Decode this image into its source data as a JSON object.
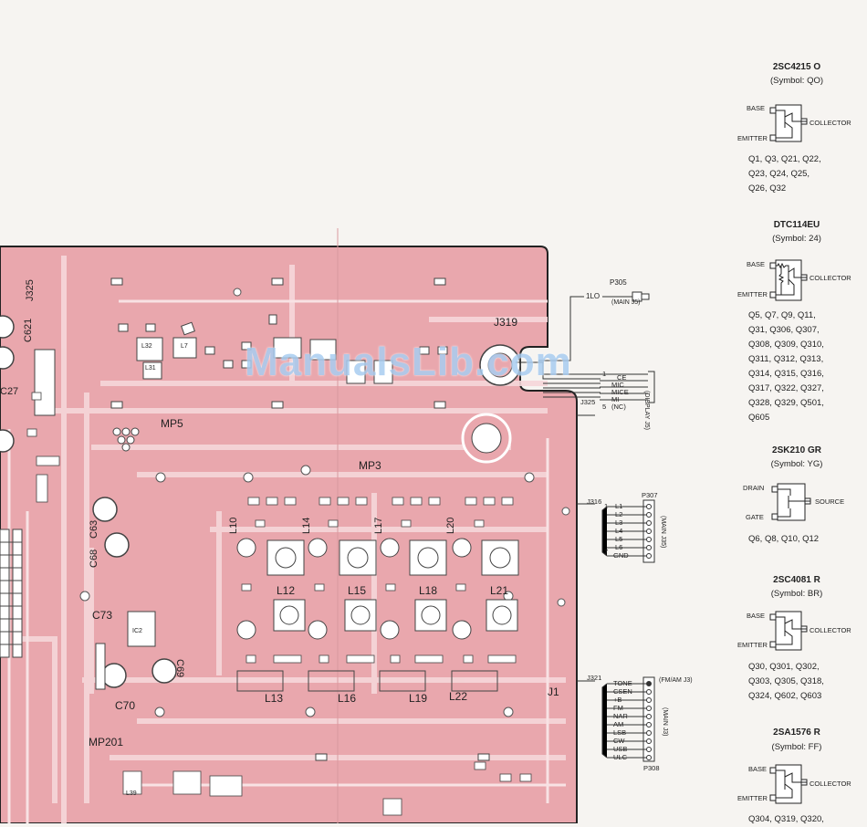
{
  "watermark": "ManualsLib.com",
  "board": {
    "labels": {
      "j319": "J319",
      "mp5": "MP5",
      "mp3": "MP3",
      "mp201": "MP201",
      "j325": "J325",
      "c621": "C621",
      "c73": "C73",
      "c70": "C70",
      "c69": "C69",
      "c68": "C68",
      "c63": "C63",
      "j1": "J1",
      "c27": "C27",
      "l10": "L10",
      "l14": "L14",
      "l17": "L17",
      "l20": "L20",
      "l12": "L12",
      "l15": "L15",
      "l18": "L18",
      "l21": "L21",
      "l13": "L13",
      "l16": "L16",
      "l19": "L19",
      "l22": "L22",
      "l39": "L39",
      "ic2": "IC2",
      "l32": "L32",
      "l31": "L31",
      "l7": "L7"
    }
  },
  "connectors": {
    "p305": {
      "name": "P305",
      "wire": "1LO",
      "dest": "(MAIN J5)"
    },
    "j325": {
      "name": "J325",
      "pins": [
        "CE",
        "MIC",
        "MICE",
        "MI",
        "(NC)"
      ],
      "dest": "(DISPLAY J5)",
      "first": "1",
      "last": "5"
    },
    "p307": {
      "name": "P307",
      "jack": "J316",
      "pins": [
        "L1",
        "L2",
        "L3",
        "L4",
        "L5",
        "L6",
        "GND"
      ],
      "dest": "(MAIN J35)",
      "first": "1",
      "last": "7"
    },
    "p308": {
      "name": "P308",
      "jack": "J321",
      "pins": [
        "TONE",
        "CSEN",
        "+B",
        "FM",
        "NAR",
        "AM",
        "LSB",
        "CW",
        "USB",
        "ULC"
      ],
      "dest_top": "(FM/AM J3)",
      "dest": "(MAIN J3)"
    }
  },
  "parts": [
    {
      "title": "2SC4215 O",
      "symbol": "(Symbol: QO)",
      "pins": {
        "base": "BASE",
        "emitter": "EMITTER",
        "collector": "COLLECTOR"
      },
      "refs": [
        "Q1, Q3, Q21, Q22,",
        "Q23, Q24, Q25,",
        "Q26, Q32"
      ]
    },
    {
      "title": "DTC114EU",
      "symbol": "(Symbol: 24)",
      "pins": {
        "base": "BASE",
        "emitter": "EMITTER",
        "collector": "COLLECTOR"
      },
      "refs": [
        "Q5, Q7, Q9, Q11,",
        "Q31, Q306, Q307,",
        "Q308, Q309, Q310,",
        "Q311, Q312, Q313,",
        "Q314, Q315, Q316,",
        "Q317, Q322, Q327,",
        "Q328, Q329, Q501,",
        "Q605"
      ]
    },
    {
      "title": "2SK210 GR",
      "symbol": "(Symbol: YG)",
      "pins": {
        "drain": "DRAIN",
        "gate": "GATE",
        "source": "SOURCE"
      },
      "refs": [
        "Q6, Q8, Q10, Q12"
      ]
    },
    {
      "title": "2SC4081 R",
      "symbol": "(Symbol: BR)",
      "pins": {
        "base": "BASE",
        "emitter": "EMITTER",
        "collector": "COLLECTOR"
      },
      "refs": [
        "Q30, Q301, Q302,",
        "Q303, Q305, Q318,",
        "Q324, Q602, Q603"
      ]
    },
    {
      "title": "2SA1576 R",
      "symbol": "(Symbol: FF)",
      "pins": {
        "base": "BASE",
        "emitter": "EMITTER",
        "collector": "COLLECTOR"
      },
      "refs": [
        "Q304, Q319, Q320,"
      ]
    }
  ],
  "colors": {
    "board": "#e9a7ad",
    "trace": "#f6d7da",
    "outline": "#222222",
    "watermark": "#a9cdf0"
  }
}
